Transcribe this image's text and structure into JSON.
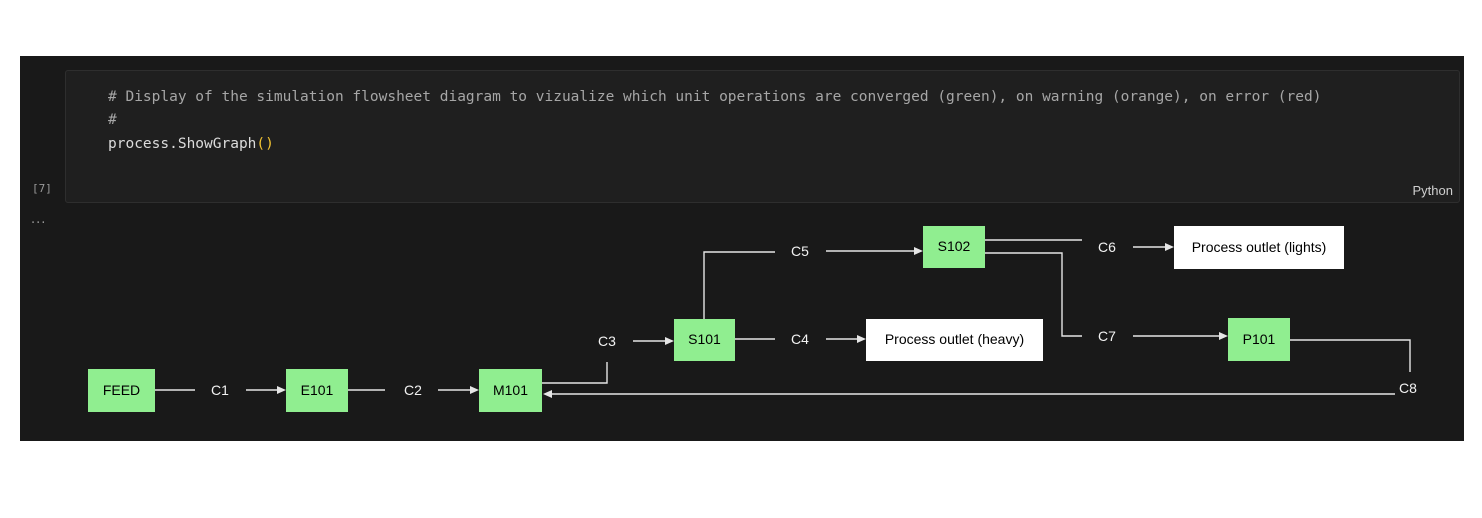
{
  "cell": {
    "execution_count": "[7]",
    "language": "Python",
    "lines": [
      "# Display of the simulation flowsheet diagram to vizualize which unit operations are converged (green), on warning (orange), on error (red)",
      "#"
    ],
    "code_prefix": "process.ShowGraph",
    "code_parens": "()"
  },
  "output": {
    "indicator": "...",
    "flowsheet": {
      "units": {
        "feed": "FEED",
        "e101": "E101",
        "m101": "M101",
        "s101": "S101",
        "s102": "S102",
        "p101": "P101"
      },
      "outlets": {
        "heavy": "Process outlet (heavy)",
        "lights": "Process outlet (lights)"
      },
      "streams": {
        "c1": "C1",
        "c2": "C2",
        "c3": "C3",
        "c4": "C4",
        "c5": "C5",
        "c6": "C6",
        "c7": "C7",
        "c8": "C8"
      },
      "colors": {
        "converged": "#90ee90",
        "outlet": "#ffffff",
        "edge": "#e6e6e6"
      }
    }
  }
}
